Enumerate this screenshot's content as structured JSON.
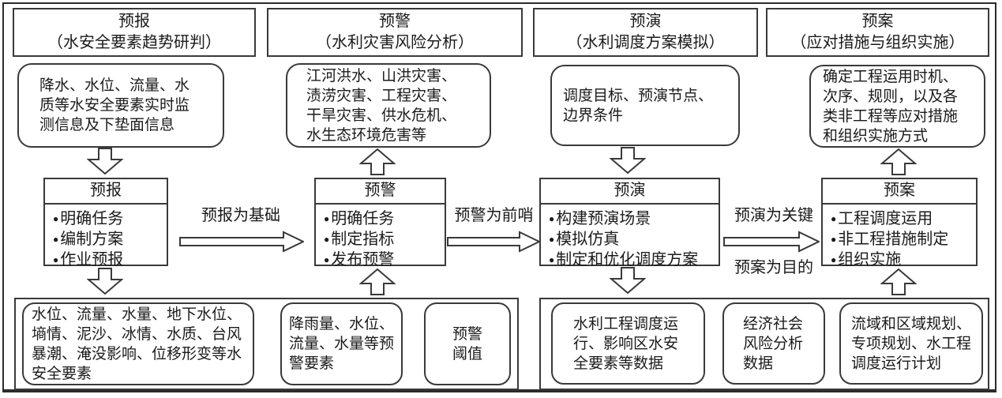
{
  "figure": {
    "colors": {
      "border": "#3a3a3a",
      "text": "#1a1a1a",
      "background": "#ffffff"
    },
    "columns": [
      {
        "id": "yubao",
        "header": {
          "title": "预报",
          "subtitle": "（水安全要素趋势研判）"
        },
        "info_box": "降水、水位、流量、水质等水安全要素实时监测信息及下垫面信息",
        "top_arrow": "down",
        "process": {
          "title": "预报",
          "bullets": [
            "明确任务",
            "编制方案",
            "作业预报"
          ]
        },
        "bottom_arrow": "down"
      },
      {
        "id": "yujing",
        "header": {
          "title": "预警",
          "subtitle": "（水利灾害风险分析）"
        },
        "info_box": "江河洪水、山洪灾害、渍涝灾害、工程灾害、干旱灾害、供水危机、水生态环境危害等",
        "top_arrow": "up",
        "process": {
          "title": "预警",
          "bullets": [
            "明确任务",
            "制定指标",
            "发布预警"
          ]
        },
        "bottom_arrow": "up"
      },
      {
        "id": "yuyan",
        "header": {
          "title": "预演",
          "subtitle": "（水利调度方案模拟）"
        },
        "info_box": "调度目标、预演节点、边界条件",
        "top_arrow": "down",
        "process": {
          "title": "预演",
          "bullets": [
            "构建预演场景",
            "模拟仿真",
            "制定和优化调度方案"
          ]
        },
        "bottom_arrow": "down"
      },
      {
        "id": "yuan",
        "header": {
          "title": "预案",
          "subtitle": "（应对措施与组织实施）"
        },
        "info_box": "确定工程运用时机、次序、规则，以及各类非工程等应对措施和组织实施方式",
        "top_arrow": "up",
        "process": {
          "title": "预案",
          "bullets": [
            "工程调度运用",
            "非工程措施制定",
            "组织实施"
          ]
        },
        "bottom_arrow": "up"
      }
    ],
    "connectors": [
      {
        "label_above": "预报为基础",
        "label_below": ""
      },
      {
        "label_above": "预警为前哨",
        "label_below": ""
      },
      {
        "label_above": "预演为关键",
        "label_below": "预案为目的"
      }
    ],
    "bottom_groups": [
      {
        "boxes": [
          "水位、流量、水量、地下水位、墒情、泥沙、冰情、水质、台风暴潮、淹没影响、位移形变等水安全要素",
          "降雨量、水位、流量、水量等预警要素",
          "预警阈值"
        ]
      },
      {
        "boxes": [
          "水利工程调度运行、影响区水安全要素等数据",
          "经济社会风险分析数据",
          "流域和区域规划、专项规划、水工程调度运行计划"
        ]
      }
    ]
  }
}
